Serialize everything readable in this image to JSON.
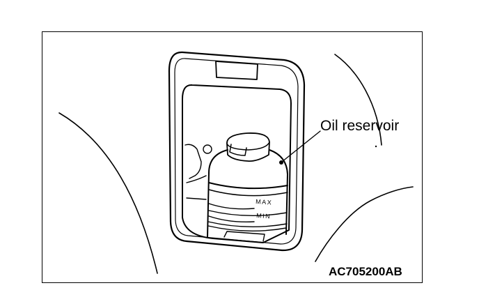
{
  "labels": {
    "callout": "Oil reservoir",
    "max_mark": "MAX",
    "min_mark": "MIN",
    "figure_code": "AC705200AB"
  }
}
